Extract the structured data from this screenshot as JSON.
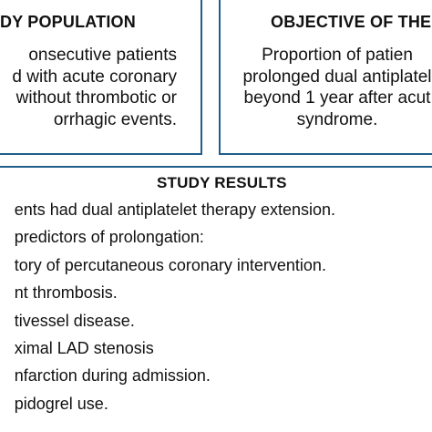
{
  "study_population": {
    "title": "DY POPULATION",
    "lines": [
      "onsecutive patients",
      "d with acute coronary",
      "without thrombotic or",
      "orrhagic events."
    ]
  },
  "objective": {
    "title": "OBJECTIVE OF THE",
    "lines": [
      "Proportion of patien",
      "prolonged dual antiplatel",
      "beyond 1 year after acut",
      "syndrome."
    ]
  },
  "study_results": {
    "title": "STUDY RESULTS",
    "lines": [
      "ents had dual antiplatelet therapy extension.",
      "predictors of prolongation:",
      "tory of percutaneous coronary intervention.",
      "nt thrombosis.",
      "tivessel disease.",
      "ximal LAD stenosis",
      "nfarction during admission.",
      "pidogrel use."
    ]
  },
  "colors": {
    "box_border": "#1f5f8b",
    "text": "#111111",
    "background": "#ffffff"
  }
}
